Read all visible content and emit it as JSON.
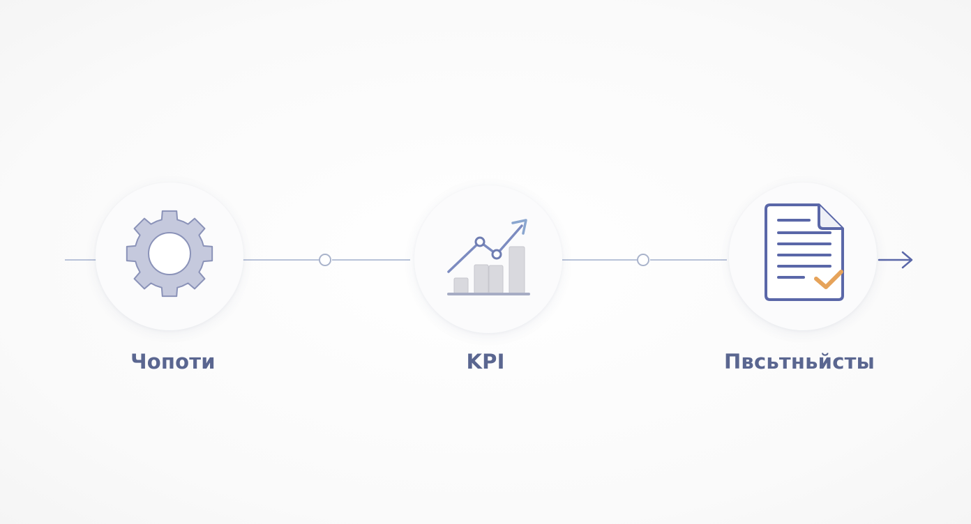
{
  "steps": [
    {
      "label": "Чопоти",
      "icon": "gear-icon"
    },
    {
      "label": "KPI",
      "icon": "bar-chart-trend-icon"
    },
    {
      "label": "Пвсьтньйсты",
      "icon": "document-check-icon"
    }
  ],
  "colors": {
    "line": "#b8c2d8",
    "icon_stroke": "#5a67a8",
    "gear_fill": "#c5c9dd",
    "bar_fill": "#d9d9de",
    "arrow_trend": "#8aa6cf",
    "check": "#e6a35a",
    "label": "#5a6690"
  }
}
